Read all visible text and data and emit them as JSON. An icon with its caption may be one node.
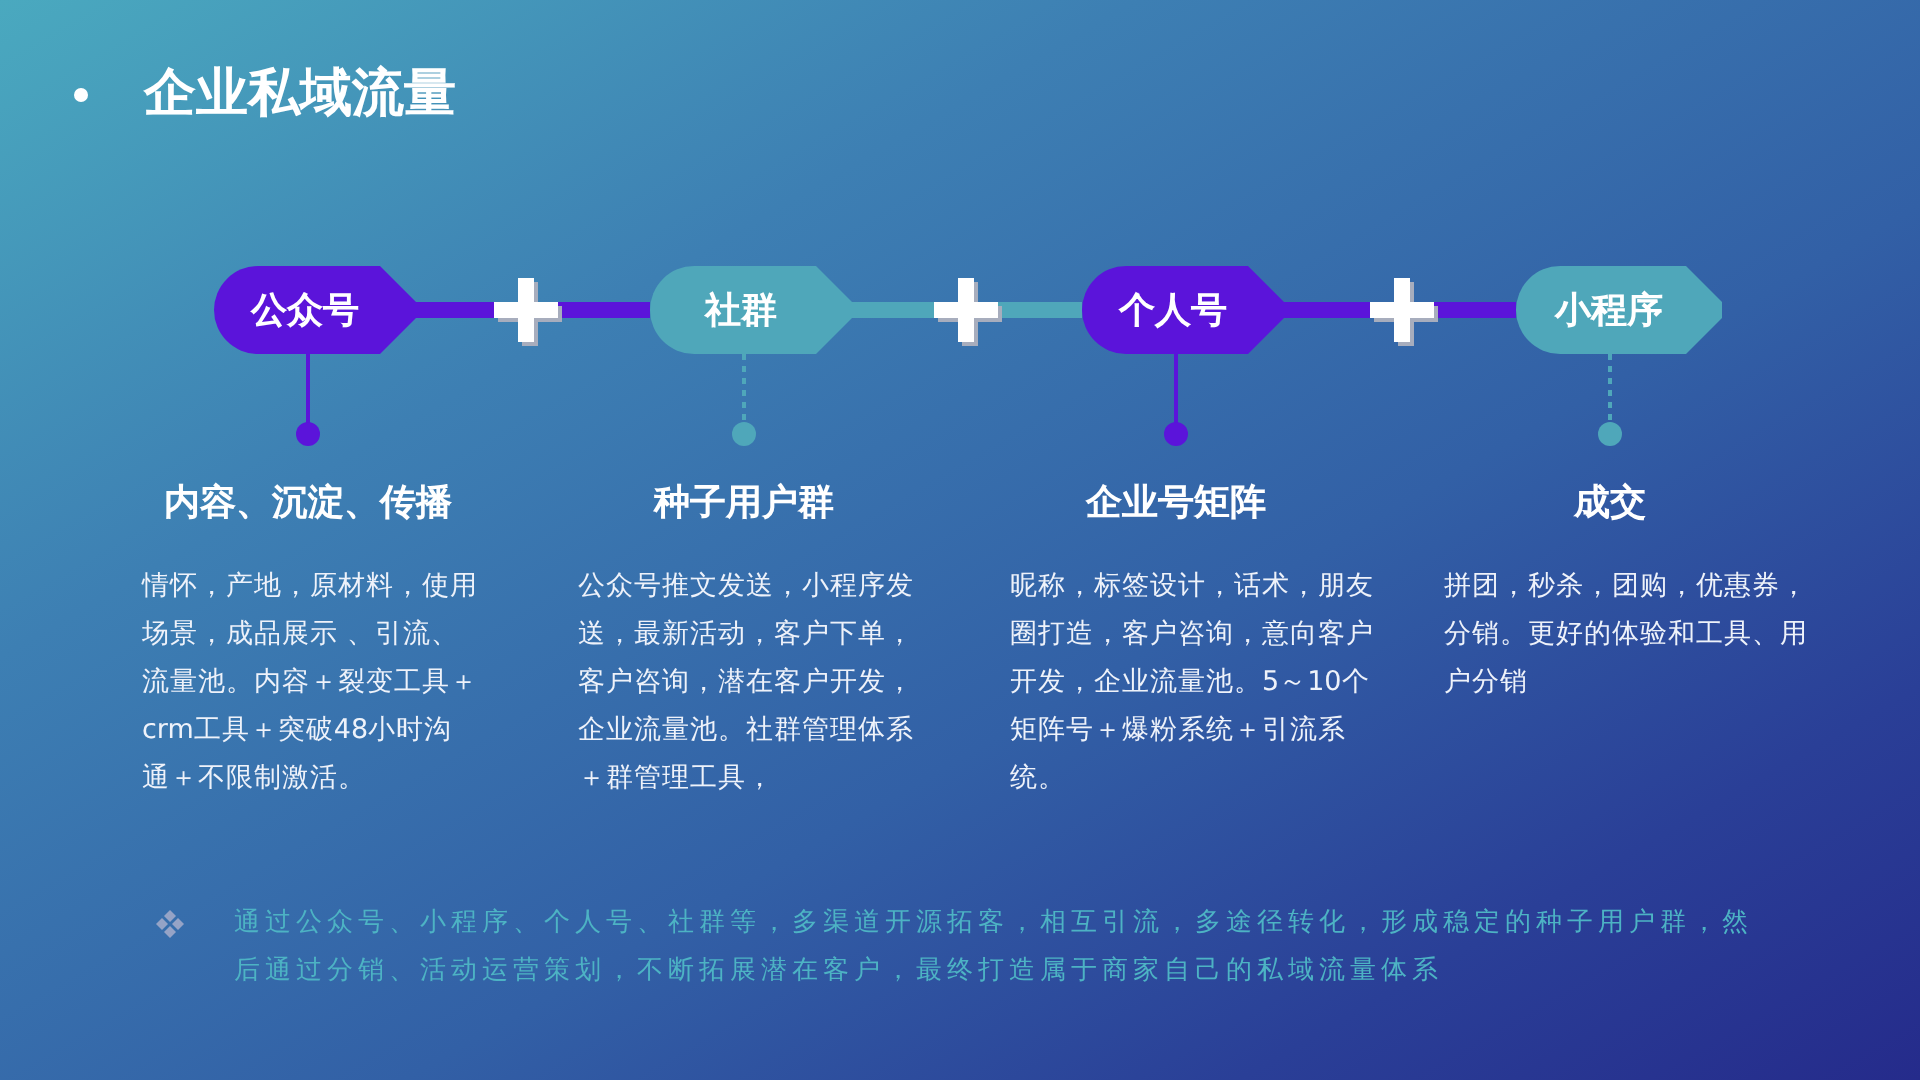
{
  "diagram": {
    "title": "企业私域流量",
    "nodes": [
      {
        "text": [
          "公众号"
        ]
      },
      {
        "text": [
          "社群"
        ]
      },
      {
        "text": [
          "个人号"
        ]
      },
      {
        "text": [
          "小程序"
        ]
      },
      {
        "text": [
          "内容、沉淀、传播",
          "情怀，产地，原材料，使用场景，成品展示 、引流、流量池。内容＋裂变工具＋crm工具＋突破48小时沟通＋不限制激活。"
        ]
      },
      {
        "text": [
          "种子用户群",
          "公众号推文发送，小程序发送，最新活动，客户下单，客户咨询，潜在客户开发，企业流量池。社群管理体系＋群管理工具，"
        ]
      },
      {
        "text": [
          "企业号矩阵",
          "昵称，标签设计，话术，朋友圈打造，客户咨询，意向客户开发，企业流量池。5～10个矩阵号＋爆粉系统＋引流系统。"
        ]
      },
      {
        "text": [
          "成交",
          "拼团，秒杀，团购，优惠券，分销。更好的体验和工具、用户分销"
        ]
      }
    ],
    "edges": [
      {
        "from": 0,
        "to": 1,
        "arrow": "none",
        "style": "thick",
        "color": "#5b14da"
      },
      {
        "from": 1,
        "to": 2,
        "arrow": "none",
        "style": "thick",
        "color": "#4fa7ba"
      },
      {
        "from": 2,
        "to": 3,
        "arrow": "none",
        "style": "thick",
        "color": "#5b14da"
      },
      {
        "from": 0,
        "to": 4,
        "arrow": "other",
        "color": "#5b14da"
      },
      {
        "from": 1,
        "to": 5,
        "arrow": "other",
        "style": "dashed",
        "color": "#4fa7ba"
      },
      {
        "from": 2,
        "to": 6,
        "arrow": "other",
        "color": "#5b14da"
      },
      {
        "from": 3,
        "to": 7,
        "arrow": "other",
        "style": "dashed",
        "color": "#4fa7ba"
      }
    ],
    "labels": [
      "通过公众号、小程序、个人号、社群等，多渠道开源拓客，相互引流，多途径转化，形成稳定的种子用户群，然后通过分销、活动运营策划，不断拓展潜在客户，最终打造属于商家自己的私域流量体系"
    ]
  }
}
